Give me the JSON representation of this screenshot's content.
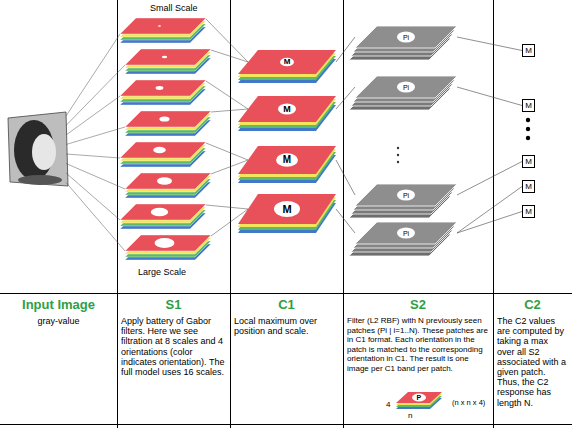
{
  "diagram": {
    "nodes": [
      {
        "text": [
          "M"
        ]
      },
      {
        "text": [
          "M"
        ]
      },
      {
        "text": [
          "M"
        ]
      },
      {
        "text": [
          "M"
        ]
      },
      {
        "text": [
          "Pi"
        ]
      },
      {
        "text": [
          "Pi"
        ]
      },
      {
        "text": [
          "Pi"
        ]
      },
      {
        "text": [
          "Pi"
        ]
      },
      {
        "text": [
          "M"
        ]
      },
      {
        "text": [
          "M"
        ]
      },
      {
        "text": [
          "M"
        ]
      },
      {
        "text": [
          "M"
        ]
      },
      {
        "text": [
          "M"
        ]
      },
      {
        "text": [
          "Input Image",
          "gray-value"
        ]
      },
      {
        "text": [
          "S1",
          "Apply battery of Gabor filters. Here we see filtration at 8 scales and 4 orientations (color indicates orientation). The full model uses 16 scales."
        ]
      },
      {
        "text": [
          "C1",
          "Local maximum over position and scale."
        ]
      },
      {
        "text": [
          "S2",
          "Filter (L2 RBF) with N previously seen patches (Pi | i=1..N). These patches are in C1 format. Each orientation in the patch is matched to the corresponding orientation in C1. The result is one image per C1 band per patch."
        ]
      },
      {
        "text": [
          "C2",
          "The C2 values are computed by taking a max over all S2 associated with a given patch. Thus, the C2 response has length N."
        ]
      }
    ],
    "edges": [
      {
        "from": 0,
        "to": 4,
        "arrow": "none"
      },
      {
        "from": 1,
        "to": 5,
        "arrow": "none"
      },
      {
        "from": 2,
        "to": 6,
        "arrow": "none"
      },
      {
        "from": 3,
        "to": 7,
        "arrow": "none"
      },
      {
        "from": 4,
        "to": 8,
        "arrow": "none"
      },
      {
        "from": 5,
        "to": 9,
        "arrow": "none"
      },
      {
        "from": 6,
        "to": 10,
        "arrow": "none"
      },
      {
        "from": 7,
        "to": 11,
        "arrow": "none"
      },
      {
        "from": 7,
        "to": 12,
        "arrow": "none"
      }
    ],
    "labels": [
      "Small Scale",
      "Large Scale",
      "4",
      "n",
      "P",
      "(n x n x 4)"
    ]
  }
}
